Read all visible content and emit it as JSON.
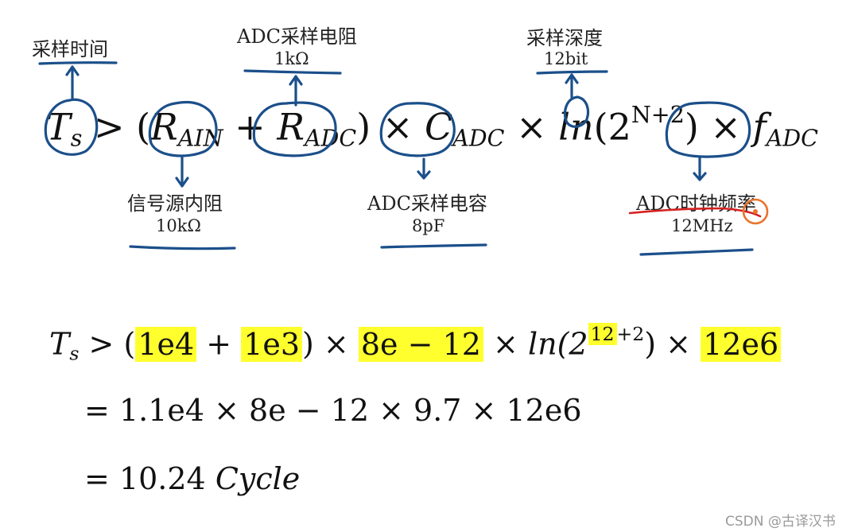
{
  "annotations": {
    "sampling_time": "采样时间",
    "adc_resistor_title": "ADC采样电阻",
    "adc_resistor_value": "1kΩ",
    "sampling_depth_title": "采样深度",
    "sampling_depth_value": "12bit",
    "source_resistance_title": "信号源内阻",
    "source_resistance_value": "10kΩ",
    "adc_capacitor_title": "ADC采样电容",
    "adc_capacitor_value": "8pF",
    "adc_clock_title": "ADC时钟频率",
    "adc_clock_value": "12MHz"
  },
  "formula": {
    "T": "T",
    "s": "s",
    "gt": ">",
    "lparen": "(",
    "R": "R",
    "AIN": "AIN",
    "plus": "+",
    "ADC": "ADC",
    "rparen_times": ") ×",
    "C": "C",
    "times": "×",
    "ln": "ln",
    "two_open": "(2",
    "exponent": "N+2",
    "close_times": ") ×",
    "f": "f"
  },
  "substitution": {
    "T": "T",
    "s": "s",
    "gt": ">",
    "lparen": "(",
    "r_ain_value": "1e4",
    "plus": "+",
    "r_adc_value": "1e3",
    "rparen_times": ") ×",
    "c_adc_value": "8e − 12",
    "times": "×",
    "ln_open": "ln(2",
    "exp_value": "12",
    "exp_rest": "+2",
    "close_times": ") ×",
    "f_adc_value": "12e6"
  },
  "step2": {
    "eq": "=",
    "expr": "1.1e4 × 8e − 12 × 9.7 × 12e6"
  },
  "step3": {
    "eq": "=",
    "value": "10.24",
    "unit": "Cycle"
  },
  "watermark": "CSDN @古译汉书",
  "colors": {
    "ink_blue": "#1b4f8a",
    "ink_red": "#d62020",
    "cursor_orange": "#e8742a",
    "highlight": "#ffff2e"
  }
}
